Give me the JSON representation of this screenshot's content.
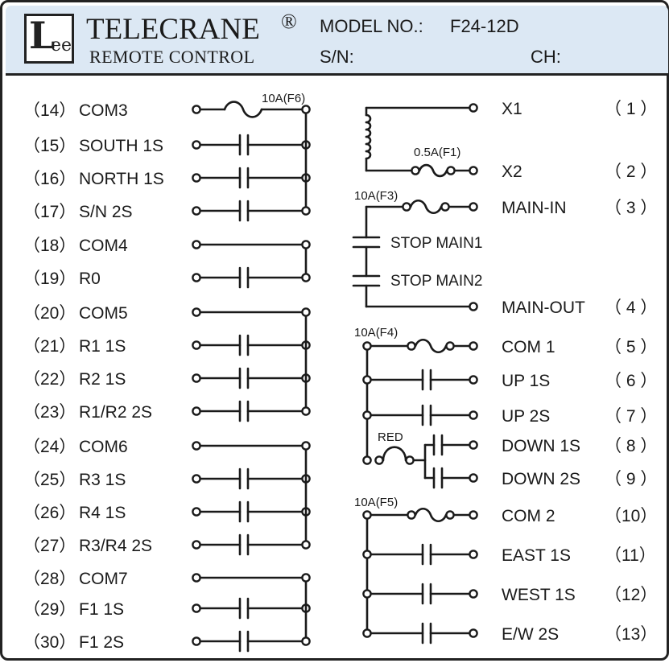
{
  "header": {
    "brand": "TELECRANE",
    "registered_mark": "®",
    "subtitle": "REMOTE CONTROL",
    "model_label": "MODEL  NO.:",
    "model_value": "F24-12D",
    "sn_label": "S/N:",
    "ch_label": "CH:",
    "logo_text": "Lee"
  },
  "left_terminals": [
    {
      "number": "（14）",
      "label": "COM3",
      "type": "fuse"
    },
    {
      "number": "（15）",
      "label": "SOUTH 1S",
      "type": "contact"
    },
    {
      "number": "（16）",
      "label": "NORTH 1S",
      "type": "contact"
    },
    {
      "number": "（17）",
      "label": "S/N 2S",
      "type": "contact"
    },
    {
      "number": "（18）",
      "label": "COM4",
      "type": "common"
    },
    {
      "number": "（19）",
      "label": "R0",
      "type": "contact"
    },
    {
      "number": "（20）",
      "label": "COM5",
      "type": "common"
    },
    {
      "number": "（21）",
      "label": "R1 1S",
      "type": "contact"
    },
    {
      "number": "（22）",
      "label": "R2 1S",
      "type": "contact"
    },
    {
      "number": "（23）",
      "label": "R1/R2 2S",
      "type": "contact"
    },
    {
      "number": "（24）",
      "label": "COM6",
      "type": "common"
    },
    {
      "number": "（25）",
      "label": "R3 1S",
      "type": "contact"
    },
    {
      "number": "（26）",
      "label": "R4 1S",
      "type": "contact"
    },
    {
      "number": "（27）",
      "label": "R3/R4 2S",
      "type": "contact"
    },
    {
      "number": "（28）",
      "label": "COM7",
      "type": "common"
    },
    {
      "number": "（29）",
      "label": "F1 1S",
      "type": "contact"
    },
    {
      "number": "（30）",
      "label": "F1 2S",
      "type": "contact"
    }
  ],
  "right_terminals": [
    {
      "label": "X1",
      "number": "（ 1 ）"
    },
    {
      "label": "X2",
      "number": "（ 2 ）"
    },
    {
      "label": "MAIN-IN",
      "number": "（ 3 ）"
    },
    {
      "label": "MAIN-OUT",
      "number": "（ 4 ）"
    },
    {
      "label": "COM 1",
      "number": "（ 5 ）"
    },
    {
      "label": "UP 1S",
      "number": "（ 6 ）"
    },
    {
      "label": "UP 2S",
      "number": "（ 7 ）"
    },
    {
      "label": "DOWN 1S",
      "number": "（ 8 ）"
    },
    {
      "label": "DOWN 2S",
      "number": "（ 9 ）"
    },
    {
      "label": "COM 2",
      "number": "（10）"
    },
    {
      "label": "EAST 1S",
      "number": "（11）"
    },
    {
      "label": "WEST 1S",
      "number": "（12）"
    },
    {
      "label": "E/W 2S",
      "number": "（13）"
    }
  ],
  "annotations": {
    "fuse_f6": "10A(F6)",
    "fuse_f1": "0.5A(F1)",
    "fuse_f3": "10A(F3)",
    "fuse_f4": "10A(F4)",
    "fuse_f5": "10A(F5)",
    "stop_main1": "STOP MAIN1",
    "stop_main2": "STOP MAIN2",
    "red": "RED"
  }
}
